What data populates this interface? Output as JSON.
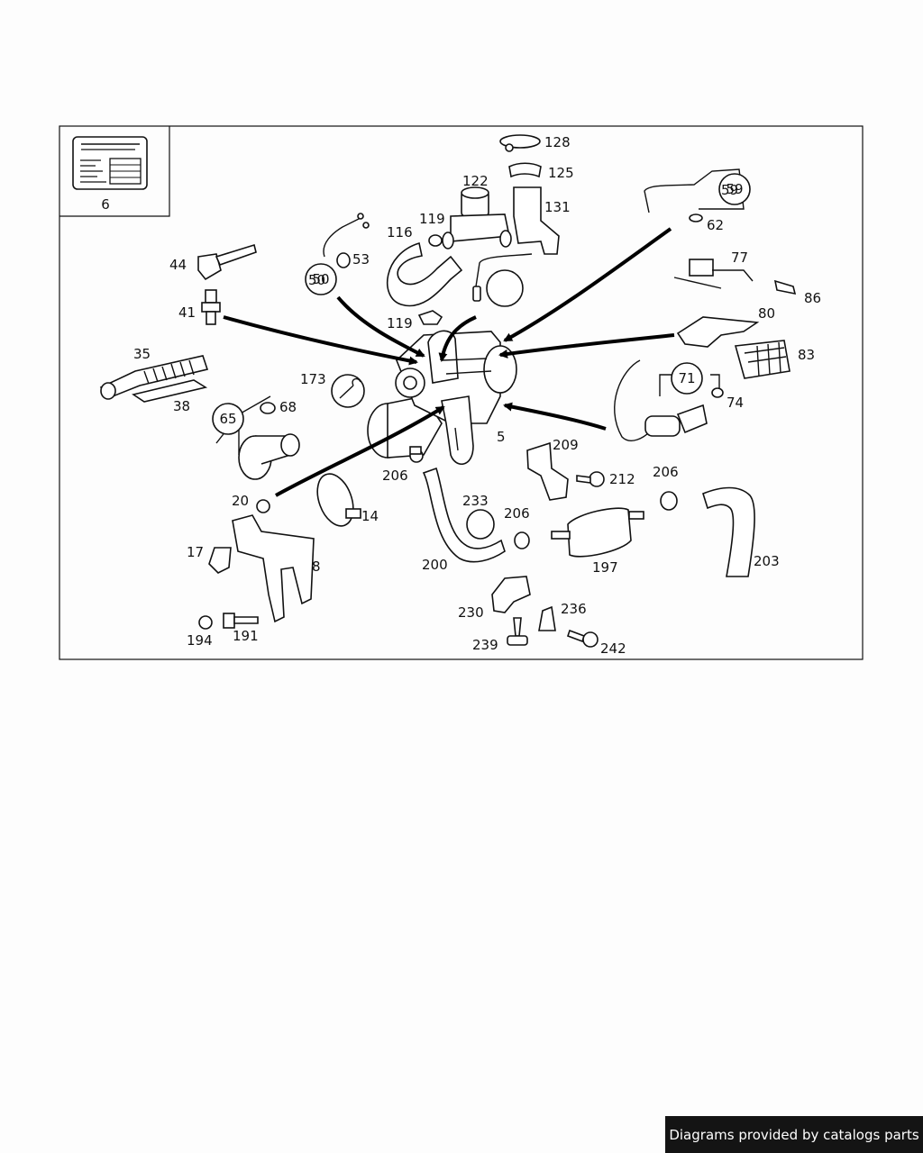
{
  "diagram": {
    "part_numbers": [
      "6",
      "128",
      "125",
      "122",
      "131",
      "119",
      "116",
      "59",
      "62",
      "53",
      "50",
      "44",
      "77",
      "86",
      "41",
      "119",
      "80",
      "83",
      "35",
      "173",
      "71",
      "74",
      "68",
      "38",
      "65",
      "5",
      "209",
      "206",
      "212",
      "206",
      "20",
      "233",
      "14",
      "206",
      "17",
      "8",
      "200",
      "197",
      "203",
      "230",
      "236",
      "194",
      "191",
      "239",
      "242"
    ],
    "circled_numbers": [
      "59",
      "50",
      "71",
      "65"
    ]
  },
  "footer": {
    "text": "Diagrams provided by catalogs parts"
  }
}
